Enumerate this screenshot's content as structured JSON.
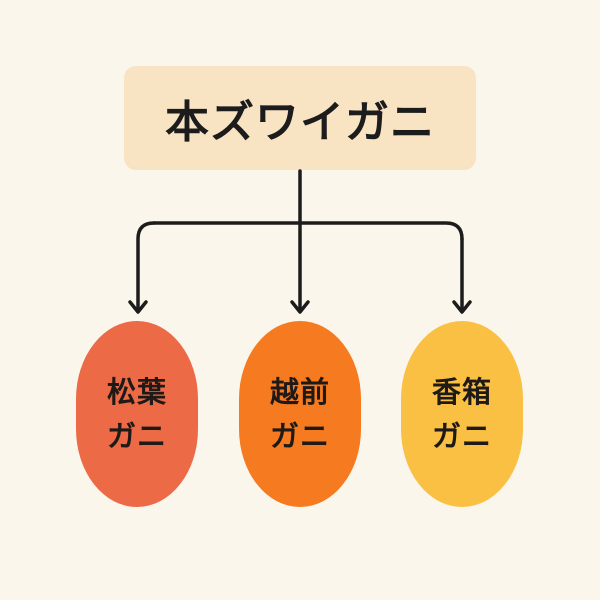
{
  "root": {
    "label": "本ズワイガニ",
    "color": "#f8e3c3"
  },
  "children": [
    {
      "line1": "松葉",
      "line2": "ガニ",
      "color": "#ec6a45"
    },
    {
      "line1": "越前",
      "line2": "ガニ",
      "color": "#f67a1f"
    },
    {
      "line1": "香箱",
      "line2": "ガニ",
      "color": "#f9c043"
    }
  ],
  "connector_color": "#1c1c1c"
}
